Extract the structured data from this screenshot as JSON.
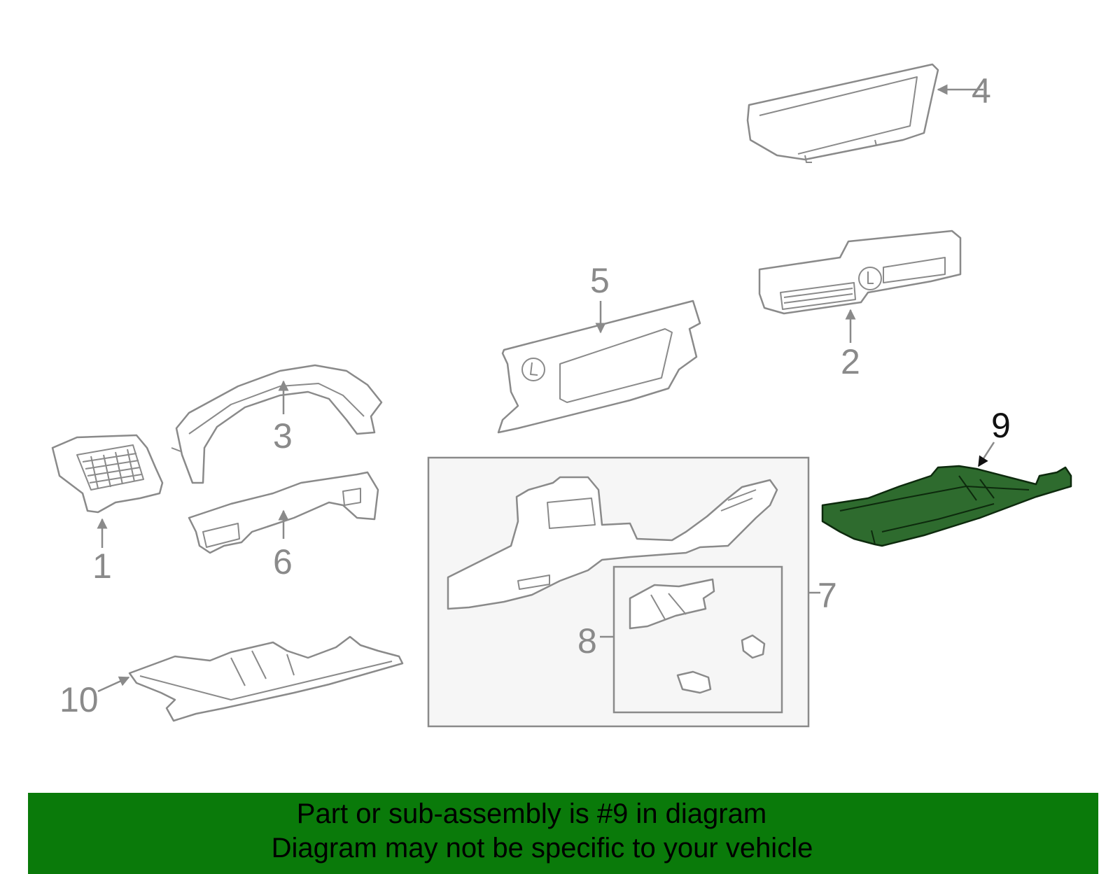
{
  "callouts": {
    "c1": "1",
    "c2": "2",
    "c3": "3",
    "c4": "4",
    "c5": "5",
    "c6": "6",
    "c7": "7",
    "c8": "8",
    "c9": "9",
    "c10": "10"
  },
  "highlighted_part": "9",
  "colors": {
    "highlight_fill": "#2e6b2e",
    "banner_background": "#0a7a0a",
    "line_gray": "#8a8a8a"
  },
  "banner": {
    "line1": "Part or sub-assembly is #9 in diagram",
    "line2": "Diagram may not be specific to your vehicle"
  }
}
